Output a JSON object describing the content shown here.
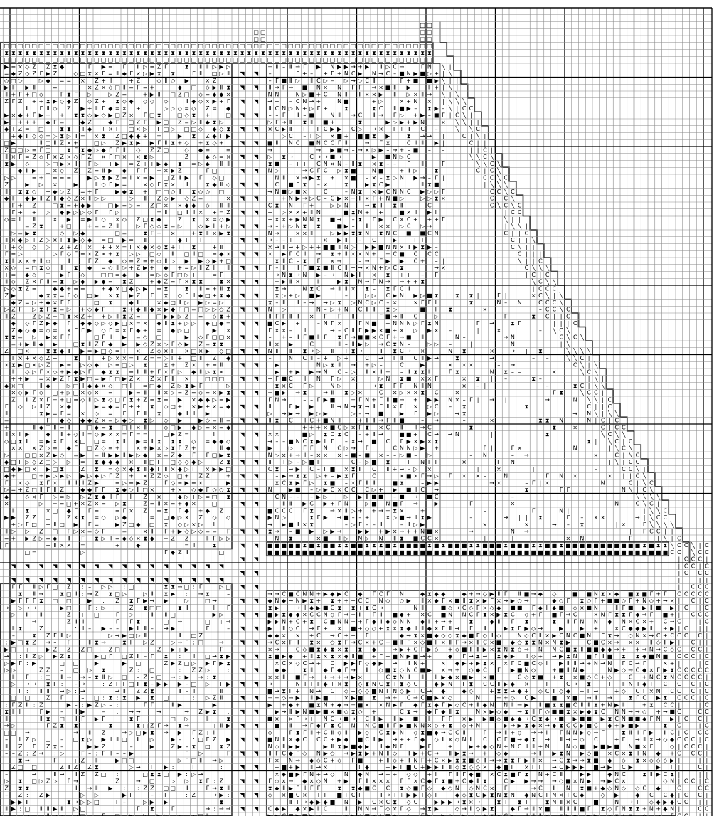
{
  "pattern": {
    "symbols": {
      "frame": [
        "□",
        "⧗"
      ],
      "left_block": [
        "□",
        "Ⅱ",
        "◆",
        "▶",
        "▷",
        "Γ",
        "⧗",
        "+",
        "×",
        "Z",
        "◇",
        "="
      ],
      "middle_block": [
        "Ⅱ",
        "–",
        "Γ",
        "→",
        "×",
        "■",
        "▶",
        "▷",
        "N",
        "C",
        "⧗",
        "+"
      ],
      "roof_edge": [
        "C",
        "╲",
        "|"
      ],
      "roof_inside": [
        "|",
        "–",
        "→",
        "×",
        "Γ",
        "N",
        "⧗"
      ],
      "band": [
        "■",
        "⧗"
      ],
      "triangle": "◥",
      "lower_left": [
        "▷",
        "Γ",
        "□",
        "Ⅱ",
        "Z",
        "–",
        "▶",
        "→",
        "⧗",
        ":"
      ],
      "lower_right": [
        "▶",
        "N",
        "⧗",
        "→",
        "◆",
        "+",
        "Ⅱ",
        "C",
        "■",
        "×",
        "Γ",
        "◇"
      ],
      "right_edge": [
        "C",
        "|"
      ]
    },
    "colors": {
      "background": "#ffffff",
      "ink": "#000000",
      "minor_grid": "#8a8a8a",
      "major_grid": "#000000"
    }
  }
}
